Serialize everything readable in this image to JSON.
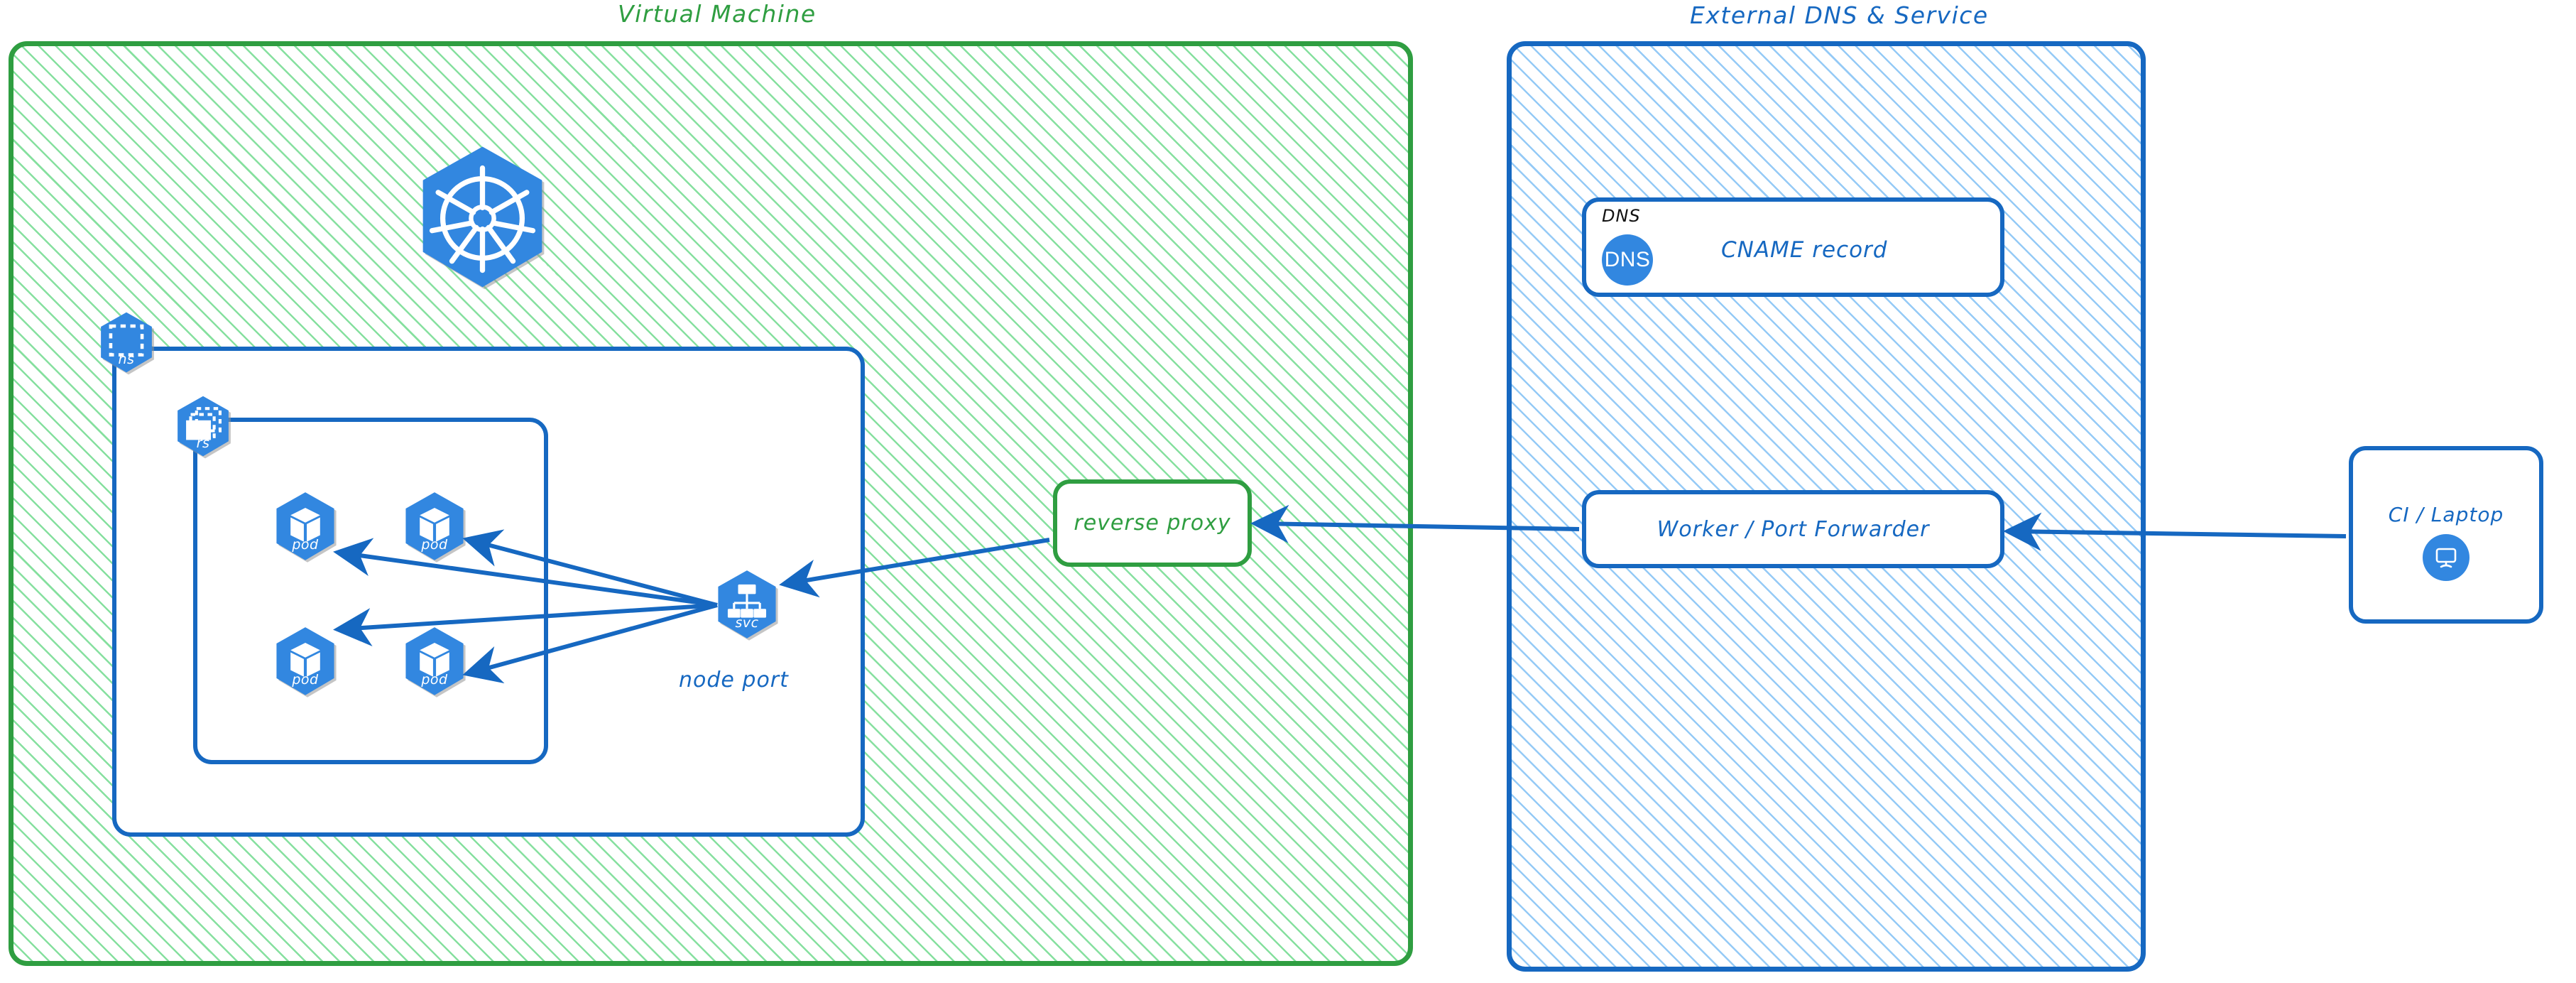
{
  "diagram": {
    "type": "architecture-diagram",
    "style": "hand-drawn",
    "background": "#ffffff"
  },
  "colors": {
    "vm_border": "#2f9e41",
    "vm_hatch": "#80de9a",
    "dns_border": "#1668c1",
    "dns_hatch": "#8fc7f5",
    "k8s_blue": "#3287e0",
    "arrow": "#1668c1",
    "green_text": "#2f9e41",
    "blue_text": "#1668c1",
    "black_text": "#111111"
  },
  "panels": {
    "vm": {
      "title": "Virtual Machine"
    },
    "external": {
      "title": "External DNS & Service"
    }
  },
  "vm": {
    "kubernetes_logo": {
      "icon": "kubernetes-wheel-icon"
    },
    "namespace": {
      "badge_label": "ns",
      "icon": "namespace-dashed-square-icon"
    },
    "replicaset": {
      "badge_label": "rs",
      "icon": "replicaset-stacked-squares-icon"
    },
    "pods": [
      {
        "label": "pod",
        "icon": "pod-cube-icon"
      },
      {
        "label": "pod",
        "icon": "pod-cube-icon"
      },
      {
        "label": "pod",
        "icon": "pod-cube-icon"
      },
      {
        "label": "pod",
        "icon": "pod-cube-icon"
      }
    ],
    "service": {
      "badge_label": "svc",
      "icon": "service-hierarchy-icon",
      "caption": "node port"
    },
    "reverse_proxy": {
      "label": "reverse proxy"
    }
  },
  "external": {
    "dns_card": {
      "tag": "DNS",
      "badge_text": "DNS",
      "badge_icon": "dns-circle-icon",
      "label": "CNAME record"
    },
    "worker": {
      "label": "Worker / Port Forwarder"
    }
  },
  "client": {
    "label": "CI / Laptop",
    "icon": "monitor-icon"
  },
  "connections": [
    {
      "from": "service",
      "to": "pod-1",
      "direction": "to-pod"
    },
    {
      "from": "service",
      "to": "pod-2",
      "direction": "to-pod"
    },
    {
      "from": "service",
      "to": "pod-3",
      "direction": "to-pod"
    },
    {
      "from": "service",
      "to": "pod-4",
      "direction": "to-pod"
    },
    {
      "from": "reverse-proxy",
      "to": "service",
      "direction": "left-to-right"
    },
    {
      "from": "worker",
      "to": "reverse-proxy",
      "direction": "right-to-left"
    },
    {
      "from": "ci-laptop",
      "to": "worker",
      "direction": "right-to-left"
    }
  ]
}
